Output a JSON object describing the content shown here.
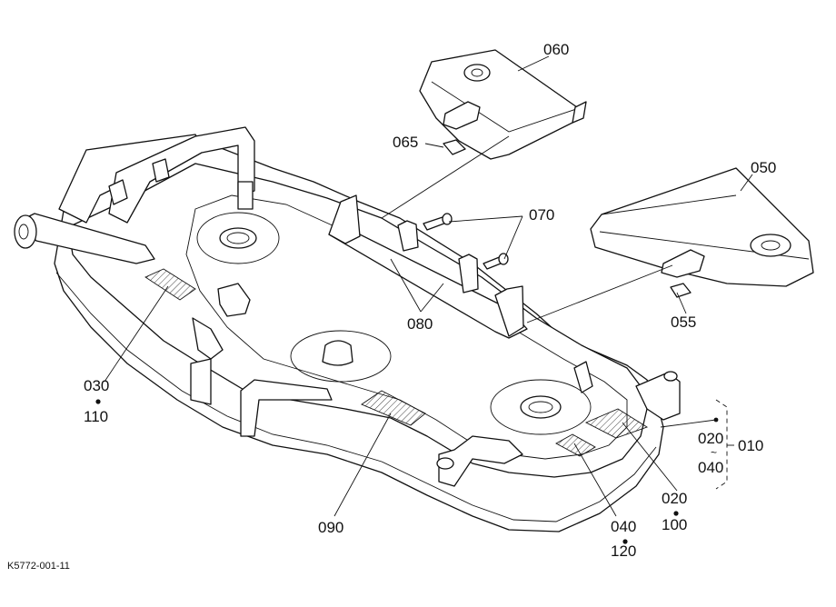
{
  "drawing_code": "K5772-001-11",
  "callouts": [
    {
      "id": "060",
      "text": "060"
    },
    {
      "id": "065",
      "text": "065"
    },
    {
      "id": "050",
      "text": "050"
    },
    {
      "id": "070",
      "text": "070"
    },
    {
      "id": "080",
      "text": "080"
    },
    {
      "id": "055",
      "text": "055"
    },
    {
      "id": "030",
      "text": "030"
    },
    {
      "id": "110",
      "text": "110"
    },
    {
      "id": "090",
      "text": "090"
    },
    {
      "id": "040a",
      "text": "040"
    },
    {
      "id": "120",
      "text": "120"
    },
    {
      "id": "020a",
      "text": "020"
    },
    {
      "id": "100",
      "text": "100"
    },
    {
      "id": "020b",
      "text": "020"
    },
    {
      "id": "040b",
      "text": "040"
    },
    {
      "id": "010",
      "text": "010"
    }
  ]
}
